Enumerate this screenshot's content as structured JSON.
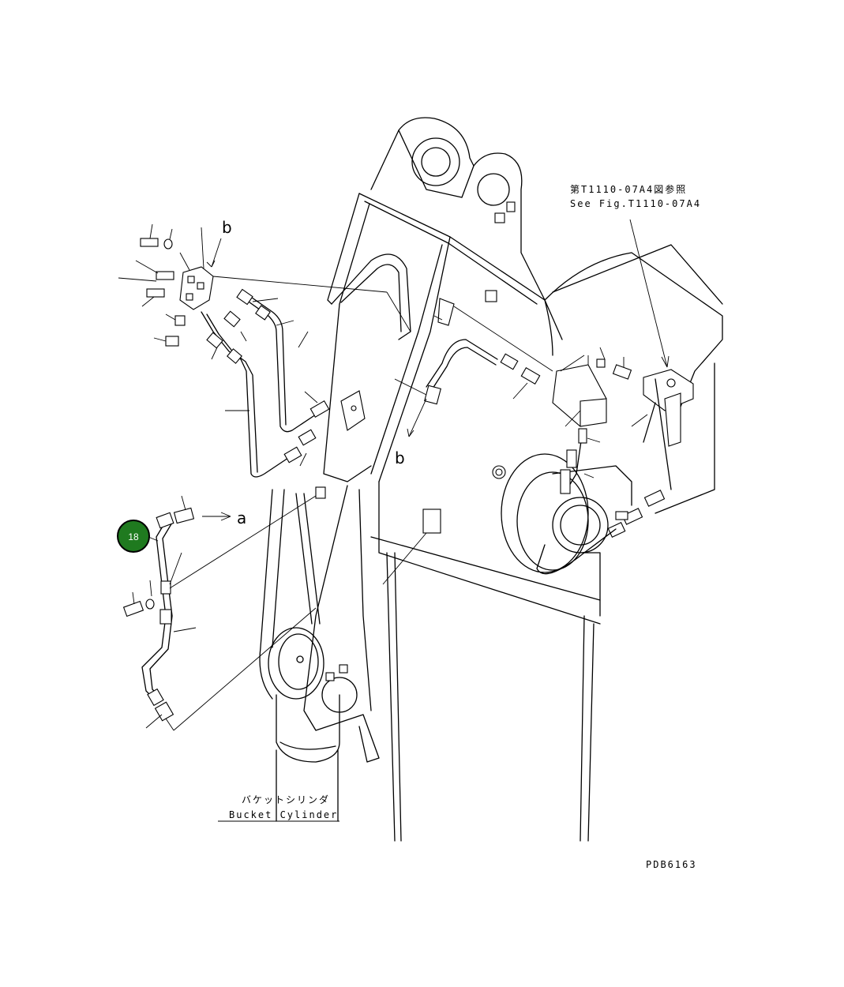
{
  "drawing_id": "PDB6163",
  "reference_note": {
    "jp": "第T1110-07A4図参照",
    "en": "See Fig.T1110-07A4"
  },
  "cylinder_label": {
    "jp": "バケットシリンダ",
    "en": "Bucket Cylinder"
  },
  "callouts": {
    "b_top": "b",
    "b_mid": "b",
    "a": "a"
  },
  "part_badge": {
    "number": "18",
    "color": "#1f7a1f"
  }
}
